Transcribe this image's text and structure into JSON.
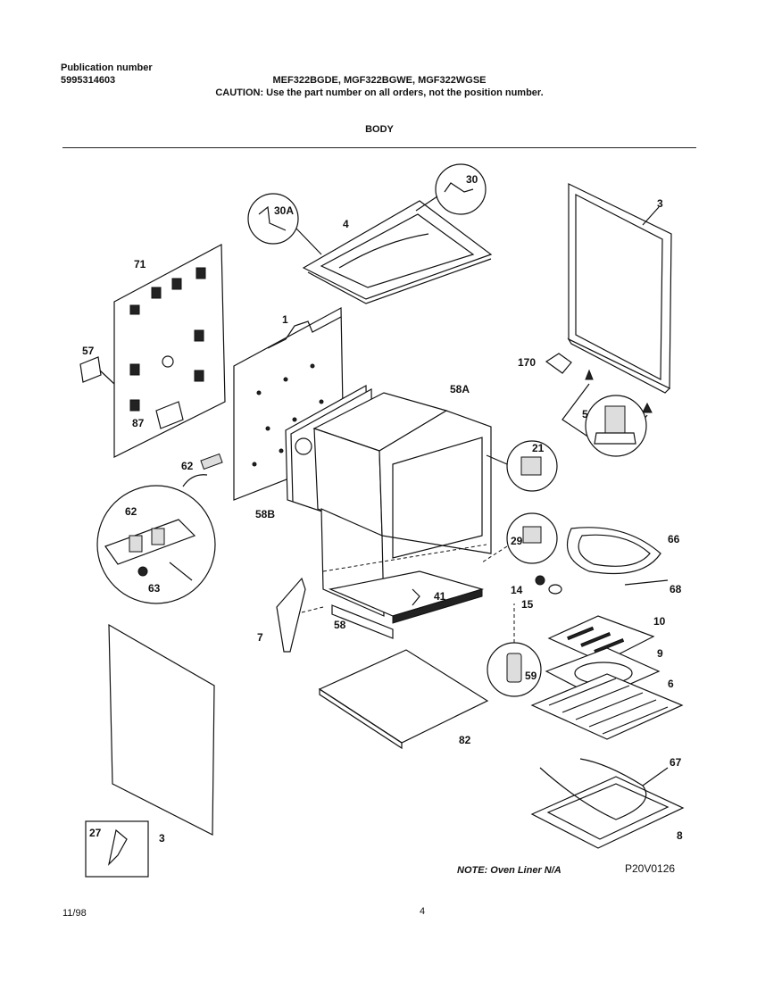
{
  "header": {
    "publication_label": "Publication number",
    "publication_number": "5995314603",
    "models": "MEF322BGDE, MGF322BGWE, MGF322WGSE",
    "caution": "CAUTION:  Use the part number on all orders, not the position number.",
    "section_title": "BODY"
  },
  "callouts": {
    "c3a": "3",
    "c3b": "3",
    "c4": "4",
    "c30": "30",
    "c30a": "30A",
    "c71": "71",
    "c57": "57",
    "c87": "87",
    "c1": "1",
    "c170": "170",
    "c5": "5",
    "c58a": "58A",
    "c21": "21",
    "c62": "62",
    "c62b": "62",
    "c63": "63",
    "c58b": "58B",
    "c29": "29",
    "c66": "66",
    "c14": "14",
    "c15": "15",
    "c68": "68",
    "c41": "41",
    "c58": "58",
    "c7": "7",
    "c10": "10",
    "c9": "9",
    "c59": "59",
    "c6": "6",
    "c82": "82",
    "c67": "67",
    "c8": "8",
    "c27": "27"
  },
  "footer": {
    "note": "NOTE:  Oven Liner N/A",
    "diagram_code": "P20V0126",
    "date": "11/98",
    "page_number": "4"
  }
}
